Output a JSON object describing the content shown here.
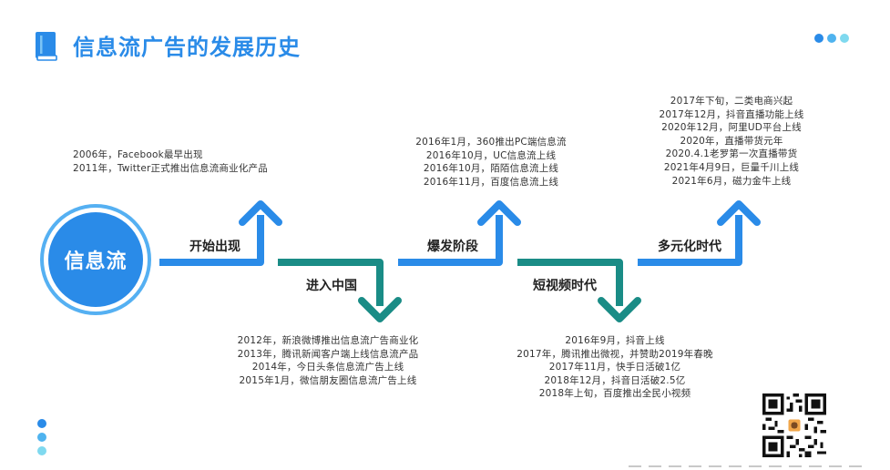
{
  "header": {
    "title": "信息流广告的发展历史",
    "icon": "book-icon"
  },
  "colors": {
    "primary": "#2a8be8",
    "teal": "#1a8c86",
    "dot_light": "#7fd9ef"
  },
  "hub": {
    "label": "信息流"
  },
  "stages": [
    {
      "label": "开始出现",
      "direction": "up",
      "events": [
        "2006年，Facebook最早出现",
        "2011年，Twitter正式推出信息流商业化产品"
      ]
    },
    {
      "label": "进入中国",
      "direction": "down",
      "events": [
        "2012年，新浪微博推出信息流广告商业化",
        "2013年，腾讯新闻客户端上线信息流产品",
        "2014年，今日头条信息流广告上线",
        "2015年1月，微信朋友圈信息流广告上线"
      ]
    },
    {
      "label": "爆发阶段",
      "direction": "up",
      "events": [
        "2016年1月，360推出PC端信息流",
        "2016年10月，UC信息流上线",
        "2016年10月，陌陌信息流上线",
        "2016年11月，百度信息流上线"
      ]
    },
    {
      "label": "短视频时代",
      "direction": "down",
      "events": [
        "2016年9月，抖音上线",
        "2017年，腾讯推出微视，并赞助2019年春晚",
        "2017年11月，快手日活破1亿",
        "2018年12月，抖音日活破2.5亿",
        "2018年上旬，百度推出全民小视频"
      ]
    },
    {
      "label": "多元化时代",
      "direction": "up",
      "events": [
        "2017年下旬，二类电商兴起",
        "2017年12月，抖音直播功能上线",
        "2020年12月，阿里UD平台上线",
        "2020年，直播带货元年",
        "2020.4.1老罗第一次直播带货",
        "2021年4月9日，巨量千川上线",
        "2021年6月，磁力金牛上线"
      ]
    }
  ]
}
